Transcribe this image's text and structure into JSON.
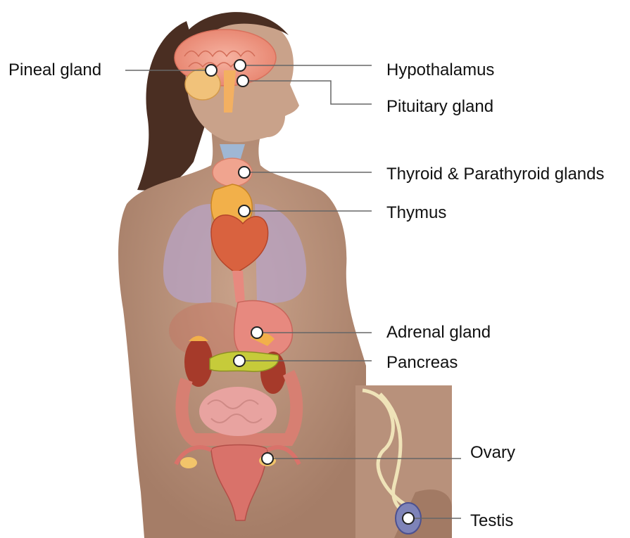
{
  "labels": {
    "pineal": "Pineal gland",
    "hypothalamus": "Hypothalamus",
    "pituitary": "Pituitary gland",
    "thyroid": "Thyroid & Parathyroid glands",
    "thymus": "Thymus",
    "adrenal": "Adrenal gland",
    "pancreas": "Pancreas",
    "ovary": "Ovary",
    "testis": "Testis"
  },
  "colors": {
    "skin": "#b8917b",
    "skin_shadow": "#a27a64",
    "hair": "#4a2e22",
    "brain": "#f2a08c",
    "lungs": "#b7a3c6",
    "heart": "#d9623f",
    "stomach": "#e7897f",
    "pancreas": "#c6cb3a",
    "kidney": "#a63a2a",
    "intestine": "#e8a3a0",
    "uterus": "#d9726a",
    "testis": "#7e83b8",
    "leader_line": "#666666",
    "marker_fill": "#ffffff",
    "marker_stroke": "#222222"
  }
}
